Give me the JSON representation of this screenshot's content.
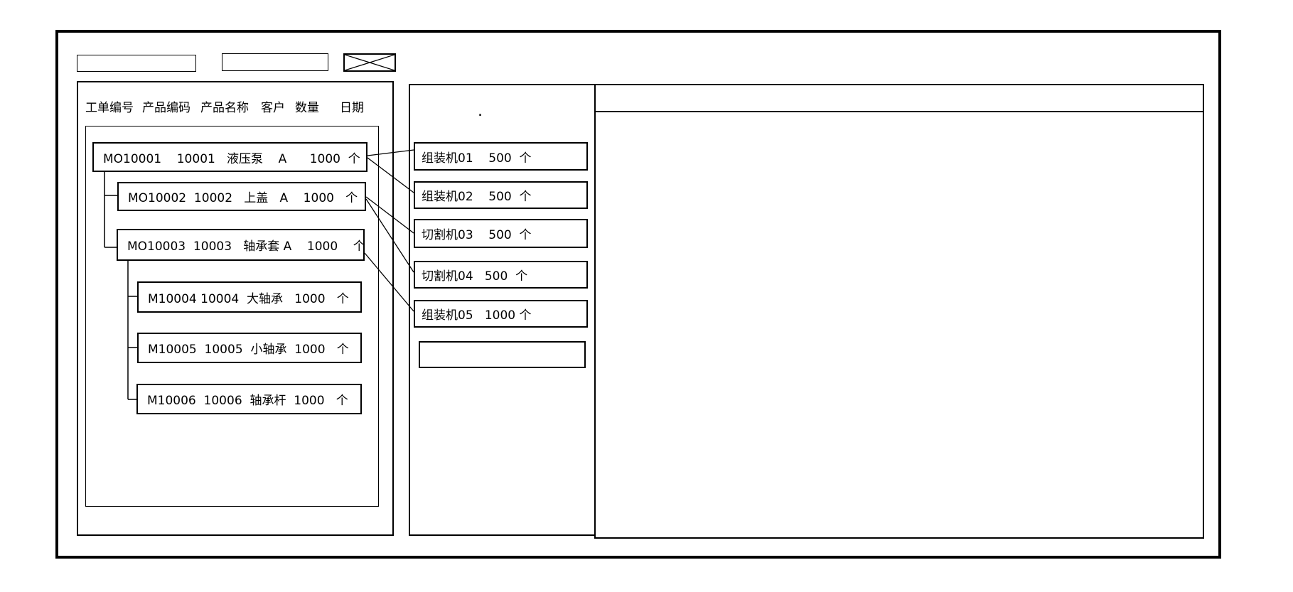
{
  "colors": {
    "ink": "#000000",
    "paper": "#ffffff"
  },
  "toolbar": {
    "field1_value": "",
    "field2_value": "",
    "crossed_box": "☒"
  },
  "work_orders_panel": {
    "columns": [
      "工单编号",
      "产品编码",
      "产品名称",
      "客户",
      "数量",
      "日期"
    ],
    "orders": [
      {
        "display": "MO10001    10001   液压泵    A      1000  个",
        "order_no": "MO10001",
        "product_code": "10001",
        "product_name": "液压泵",
        "customer": "A",
        "qty": "1000",
        "unit": "个",
        "level": 0
      },
      {
        "display": "MO10002  10002   上盖   A    1000   个",
        "order_no": "MO10002",
        "product_code": "10002",
        "product_name": "上盖",
        "customer": "A",
        "qty": "1000",
        "unit": "个",
        "level": 1
      },
      {
        "display": "MO10003  10003   轴承套 A    1000    个",
        "order_no": "MO10003",
        "product_code": "10003",
        "product_name": "轴承套",
        "customer": "A",
        "qty": "1000",
        "unit": "个",
        "level": 1
      },
      {
        "display": "M10004 10004  大轴承   1000   个",
        "order_no": "M10004",
        "product_code": "10004",
        "product_name": "大轴承",
        "customer": "",
        "qty": "1000",
        "unit": "个",
        "level": 2
      },
      {
        "display": "M10005  10005  小轴承  1000   个",
        "order_no": "M10005",
        "product_code": "10005",
        "product_name": "小轴承",
        "customer": "",
        "qty": "1000",
        "unit": "个",
        "level": 2
      },
      {
        "display": "M10006  10006  轴承杆  1000   个",
        "order_no": "M10006",
        "product_code": "10006",
        "product_name": "轴承杆",
        "customer": "",
        "qty": "1000",
        "unit": "个",
        "level": 2
      }
    ]
  },
  "machines_panel": {
    "dot_mark": ".",
    "machines": [
      {
        "display": "组装机01    500  个",
        "machine": "组装机01",
        "qty": "500",
        "unit": "个"
      },
      {
        "display": "组装机02    500  个",
        "machine": "组装机02",
        "qty": "500",
        "unit": "个"
      },
      {
        "display": "切割机03    500  个",
        "machine": "切割机03",
        "qty": "500",
        "unit": "个"
      },
      {
        "display": "切割机04   500  个",
        "machine": "切割机04",
        "qty": "500",
        "unit": "个"
      },
      {
        "display": "组装机05   1000 个",
        "machine": "组装机05",
        "qty": "1000",
        "unit": "个"
      },
      {
        "display": "",
        "machine": "",
        "qty": "",
        "unit": ""
      }
    ]
  },
  "detail_panel": {}
}
